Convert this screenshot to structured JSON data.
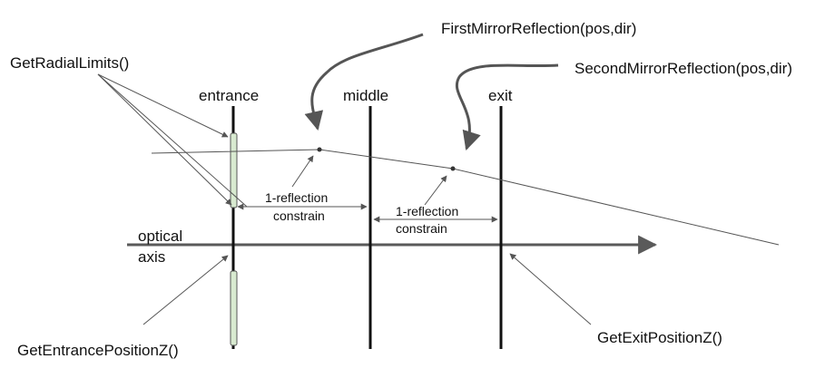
{
  "planes": {
    "entrance": "entrance",
    "middle": "middle",
    "exit": "exit"
  },
  "axis": {
    "label_line1": "optical",
    "label_line2": "axis"
  },
  "methods": {
    "first_reflection": "FirstMirrorReflection(pos,dir)",
    "second_reflection": "SecondMirrorReflection(pos,dir)",
    "radial_limits": "GetRadialLimits()",
    "entrance_position": "GetEntrancePositionZ()",
    "exit_position": "GetExitPositionZ()"
  },
  "constraints": [
    {
      "line1": "1-reflection",
      "line2": "constrain"
    },
    {
      "line1": "1-reflection",
      "line2": "constrain"
    }
  ],
  "colors": {
    "plane": "#111111",
    "axis": "#5a5a5a",
    "ray": "#555555",
    "mirror_fill": "#d8ead0",
    "mirror_stroke": "#555555",
    "callout": "#555555"
  }
}
